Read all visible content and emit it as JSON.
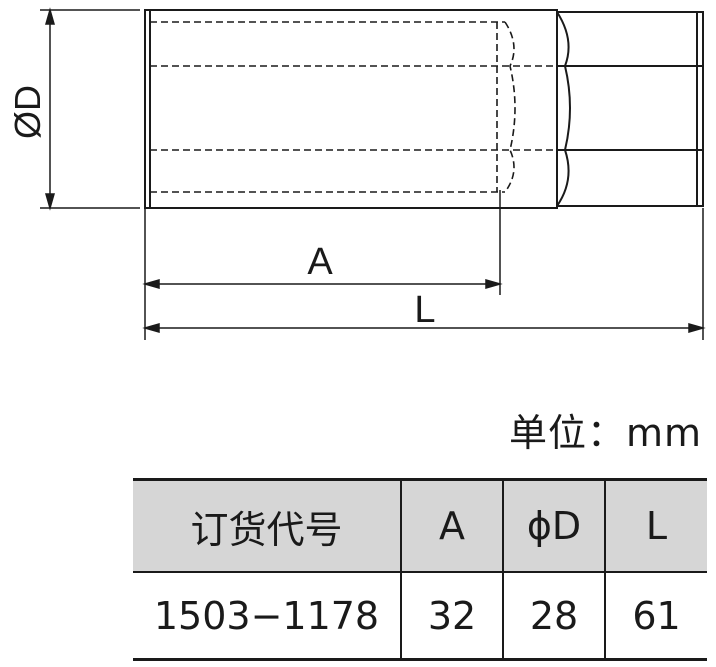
{
  "drawing": {
    "label_D": "ØD",
    "label_A": "A",
    "label_L": "L"
  },
  "unit_label": "单位：mm",
  "table": {
    "headers": [
      "订货代号",
      "A",
      "ϕD",
      "L"
    ],
    "rows": [
      [
        "1503−1178",
        "32",
        "28",
        "61"
      ]
    ]
  }
}
